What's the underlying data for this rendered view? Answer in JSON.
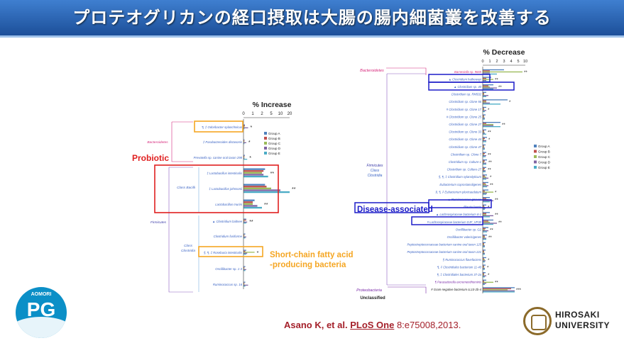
{
  "header": {
    "title": "プロテオグリカンの経口摂取は大腸の腸内細菌叢を改善する"
  },
  "annotations": {
    "probiotic": "Probiotic",
    "short_chain_line1": "Short-chain fatty acid",
    "short_chain_line2": "-producing bacteria",
    "disease_associated": "Disease-associated"
  },
  "citation": {
    "authors": "Asano K, et al.",
    "journal": "PLoS One",
    "volume": "8:e75008,2013."
  },
  "logos": {
    "left_top": "AOMORI",
    "left_main": "PG",
    "right_line1": "HIROSAKI",
    "right_line2": "UNIVERSITY"
  },
  "colors": {
    "group_a": "#4f81bd",
    "group_b": "#c0504d",
    "group_c": "#9bbb59",
    "group_d": "#8064a2",
    "group_e": "#4bacc6",
    "highlight_orange": "#f5a623",
    "highlight_red": "#e02020",
    "highlight_blue": "#1c1cc8"
  },
  "chart_data": [
    {
      "type": "bar",
      "title": "% Increase",
      "x_ticks": [
        "0",
        "1",
        "2",
        "5",
        "10",
        "20"
      ],
      "legend": [
        "Group A",
        "Group B",
        "Group C",
        "Group D",
        "Group E"
      ],
      "groups": [
        {
          "label": "Bacteroidetes",
          "items": [
            {
              "name": "Odoribacter splanchnicus",
              "mark": "¶, ‡",
              "sig": "*",
              "values": [
                0.15,
                0.15,
                0.1,
                0.5,
                0.1
              ]
            },
            {
              "name": "Parabacteroides distasonis",
              "mark": "‡",
              "sig": "*",
              "values": [
                0.1,
                0.1,
                0.1,
                0.3,
                0.1
              ]
            },
            {
              "name": "Prevotella sp. canine oral taxon 298",
              "mark": "",
              "sig": "*",
              "values": [
                0.15,
                0.1,
                0.1,
                0.1,
                0.4
              ]
            }
          ]
        },
        {
          "label": "Firmicutes",
          "sublabel": "Class Bacilli",
          "items": [
            {
              "name": "Lactobacillus intestinalis",
              "mark": "‡",
              "sig": "**",
              "values": [
                3,
                2.5,
                2,
                2.5,
                4
              ]
            },
            {
              "name": "Lactobacillus johnsonii",
              "mark": "‡",
              "sig": "**",
              "values": [
                3,
                3.5,
                5,
                10,
                20
              ]
            },
            {
              "name": "Lactobacillus murini",
              "mark": "",
              "sig": "**",
              "values": [
                1.2,
                1,
                1,
                1.5,
                2
              ]
            }
          ]
        },
        {
          "label": "Firmicutes",
          "sublabel": "Class Clostridia",
          "items": [
            {
              "name": "Clostridium baltsee",
              "mark": "▲",
              "sig": "**",
              "values": [
                0.3,
                0.3,
                0.1,
                0.4,
                0.3
              ]
            },
            {
              "name": "Clostridium fusiforme",
              "mark": "",
              "sig": "",
              "values": [
                0.2,
                0.1,
                0.1,
                0.3,
                0.2
              ]
            },
            {
              "name": "Roseburia intestinalis",
              "mark": "§, ¶, ‡",
              "sig": "*",
              "values": [
                0.3,
                0.2,
                1.2,
                0.4,
                0.3
              ]
            },
            {
              "name": "Oscillibacter sp. 1-3",
              "mark": "",
              "sig": "",
              "values": [
                0.2,
                0.1,
                0.1,
                0.3,
                0.2
              ]
            },
            {
              "name": "Ruminococcus sp. 16",
              "mark": "",
              "sig": "",
              "values": [
                0.2,
                0.1,
                0.1,
                0.5,
                0.2
              ]
            }
          ]
        }
      ]
    },
    {
      "type": "bar",
      "title": "% Decrease",
      "x_ticks": [
        "0",
        "1",
        "2",
        "3",
        "4",
        "5",
        "10"
      ],
      "legend": [
        "Group A",
        "Group B",
        "Group C",
        "Group D",
        "Group E"
      ],
      "groups": [
        {
          "label": "Bacteroidetes",
          "items": [
            {
              "name": "Barnesiella sp. 9665",
              "mark": "",
              "sig": "**",
              "values": [
                3,
                1,
                8,
                1,
                2
              ]
            }
          ]
        },
        {
          "label": "Firmicutes Class Clostridia",
          "items": [
            {
              "name": "Clostridium hathewayi",
              "mark": "▲",
              "sig": "**",
              "values": [
                1.2,
                0.5,
                1.5,
                0.5,
                1
              ]
            },
            {
              "name": "Clostridium sp. 40",
              "mark": "▲",
              "sig": "**",
              "values": [
                1.5,
                0.8,
                1,
                2,
                1.5
              ]
            },
            {
              "name": "Clostridium sp. RM502",
              "mark": "",
              "sig": "",
              "values": [
                0.5,
                0.2,
                0.2,
                0.8,
                0.5
              ]
            },
            {
              "name": "Clostridium sp. Clone 56",
              "mark": "",
              "sig": "*",
              "values": [
                3.5,
                0.5,
                0.5,
                1,
                2.5
              ]
            },
            {
              "name": "Clostridium sp. Clone 17",
              "mark": "#",
              "sig": "*",
              "values": [
                0.5,
                0.2,
                0.2,
                0.5,
                0.3
              ]
            },
            {
              "name": "Clostridium sp. Clone 25",
              "mark": "#",
              "sig": "",
              "values": [
                0.4,
                0.2,
                0.2,
                0.3,
                0.3
              ]
            },
            {
              "name": "Clostridium sp. Clone 27",
              "mark": "",
              "sig": "**",
              "values": [
                2.5,
                0.5,
                1.5,
                1.5,
                2.5
              ]
            },
            {
              "name": "Clostridium sp. Clone 33",
              "mark": "",
              "sig": "**",
              "values": [
                0.5,
                0.2,
                0.2,
                0.3,
                0.5
              ]
            },
            {
              "name": "Clostridium sp. Clone 44",
              "mark": "",
              "sig": "*",
              "values": [
                0.6,
                0.3,
                0.2,
                0.5,
                0.5
              ]
            },
            {
              "name": "Clostridium sp. Clone 47",
              "mark": "",
              "sig": "",
              "values": [
                0.4,
                0.2,
                0.2,
                0.3,
                0.3
              ]
            },
            {
              "name": "Clostridium sp. Clone 7",
              "mark": "",
              "sig": "**",
              "values": [
                0.5,
                0.3,
                0.2,
                0.5,
                0.4
              ]
            },
            {
              "name": "Clostridium sp. Culture-1",
              "mark": "",
              "sig": "**",
              "values": [
                0.6,
                0.3,
                0.2,
                0.5,
                0.5
              ]
            },
            {
              "name": "Clostridium sp. Culture-27",
              "mark": "",
              "sig": "**",
              "values": [
                0.5,
                0.3,
                0.2,
                0.4,
                0.4
              ]
            },
            {
              "name": "Clostridium xylanolyticum",
              "mark": "§, ¶, ‡",
              "sig": "*",
              "values": [
                0.6,
                0.3,
                0.5,
                0.8,
                0.5
              ]
            },
            {
              "name": "Eubacterium coprostanoligenes",
              "mark": "",
              "sig": "**",
              "values": [
                0.8,
                0.4,
                0.5,
                0.8,
                0.6
              ]
            },
            {
              "name": "Eubacterium plexicaudatum",
              "mark": "§, ¶, ‡",
              "sig": "*",
              "values": [
                0.8,
                0.3,
                1.5,
                0.6,
                0.5
              ]
            },
            {
              "name": "Ruminococcus gnavus",
              "mark": "▲",
              "sig": "**",
              "values": [
                1,
                0.5,
                0.8,
                1.5,
                1
              ]
            },
            {
              "name": "Blautia faecis",
              "mark": "",
              "sig": "*",
              "values": [
                0.5,
                0.2,
                0.3,
                0.4,
                0.3
              ]
            },
            {
              "name": "Lachnospiraceae bacterium 8-1",
              "mark": "▲",
              "sig": "**",
              "values": [
                1,
                0.5,
                0.5,
                1.5,
                1
              ]
            },
            {
              "name": "Lachnospiraceae bacterium DJF_VP30",
              "mark": "#",
              "sig": "**",
              "values": [
                1.5,
                0.8,
                1,
                2,
                1.5
              ]
            },
            {
              "name": "Oscillibacter sp. G2",
              "mark": "",
              "sig": "**",
              "values": [
                0.8,
                0.4,
                0.3,
                0.8,
                0.6
              ]
            },
            {
              "name": "Oscillibacter valericigenes",
              "mark": "",
              "sig": "**",
              "values": [
                0.6,
                0.3,
                0.3,
                0.5,
                0.5
              ]
            },
            {
              "name": "Peptostreptococcaceae bacterium canine oral taxon 125",
              "mark": "",
              "sig": "",
              "values": [
                0.4,
                0.2,
                0.2,
                0.3,
                0.3
              ]
            },
            {
              "name": "Peptostreptococcaceae bacterium canine oral taxon 221",
              "mark": "",
              "sig": "",
              "values": [
                0.4,
                0.2,
                0.2,
                0.3,
                0.3
              ]
            },
            {
              "name": "Ruminococcus flavefaciens",
              "mark": "§",
              "sig": "*",
              "values": [
                0.5,
                0.2,
                0.3,
                0.4,
                0.3
              ]
            },
            {
              "name": "Clostridiales bacterium 11-40",
              "mark": "¶, ‡",
              "sig": "*",
              "values": [
                0.4,
                0.2,
                0.2,
                0.3,
                0.3
              ]
            },
            {
              "name": "Clostridiales bacterium 37-2a",
              "mark": "¶, ‡",
              "sig": "*",
              "values": [
                0.4,
                0.2,
                0.2,
                0.5,
                0.3
              ]
            }
          ]
        },
        {
          "label": "Proteobacteria",
          "items": [
            {
              "name": "Parasutterella excrementihominis",
              "mark": "¶",
              "sig": "**",
              "values": [
                0.5,
                0.2,
                1.5,
                0.5,
                0.3
              ]
            }
          ]
        },
        {
          "label": "Unclassified",
          "items": [
            {
              "name": "Gram-negative bacterium cL10-2b-4",
              "mark": "#",
              "sig": "***",
              "values": [
                4.5,
                4,
                3.5,
                4.5,
                4.5
              ]
            }
          ]
        }
      ]
    }
  ]
}
